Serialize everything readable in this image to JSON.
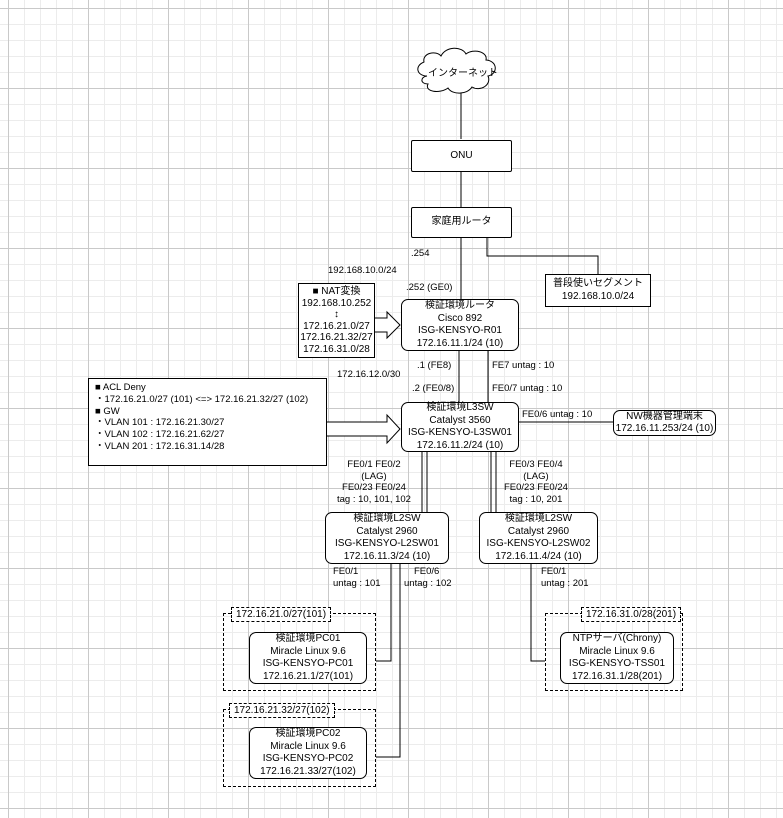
{
  "internet": "インターネット",
  "onu": "ONU",
  "home_router": "家庭用ルータ",
  "normal_segment": [
    "普段使いセグメント",
    "192.168.10.0/24"
  ],
  "nat_box": [
    "■ NAT変換",
    "192.168.10.252",
    "↕",
    "172.16.21.0/27",
    "172.16.21.32/27",
    "172.16.31.0/28"
  ],
  "acl_box": [
    "■ ACL Deny",
    "・172.16.21.0/27 (101) <=> 172.16.21.32/27 (102)",
    "■ GW",
    "・VLAN 101 : 172.16.21.30/27",
    "・VLAN 102 : 172.16.21.62/27",
    "・VLAN 201 : 172.16.31.14/28"
  ],
  "router": [
    "検証環境ルータ",
    "Cisco 892",
    "ISG-KENSYO-R01",
    "172.16.11.1/24 (10)"
  ],
  "l3sw": [
    "検証環境L3SW",
    "Catalyst 3560",
    "ISG-KENSYO-L3SW01",
    "172.16.11.2/24 (10)"
  ],
  "nw_terminal": [
    "NW機器管理端末",
    "172.16.11.253/24 (10)"
  ],
  "l2sw01": [
    "検証環境L2SW",
    "Catalyst 2960",
    "ISG-KENSYO-L2SW01",
    "172.16.11.3/24 (10)"
  ],
  "l2sw02": [
    "検証環境L2SW",
    "Catalyst 2960",
    "ISG-KENSYO-L2SW02",
    "172.16.11.4/24 (10)"
  ],
  "pc01": [
    "検証環境PC01",
    "Miracle Linux 9.6",
    "ISG-KENSYO-PC01",
    "172.16.21.1/27(101)"
  ],
  "pc02": [
    "検証環境PC02",
    "Miracle Linux 9.6",
    "ISG-KENSYO-PC02",
    "172.16.21.33/27(102)"
  ],
  "ntp": [
    "NTPサーバ(Chrony)",
    "Miracle Linux 9.6",
    "ISG-KENSYO-TSS01",
    "172.16.31.1/28(201)"
  ],
  "seg_pc01": "172.16.21.0/27(101)",
  "seg_pc02": "172.16.21.32/27(102)",
  "seg_ntp": "172.16.31.0/28(201)",
  "labels": {
    "home_lan": "192.168.10.0/24",
    "router_254": ".254",
    "router_252": ".252 (GE0)",
    "link_net": "172.16.12.0/30",
    "fe8": ".1 (FE8)",
    "fe0_8": ".2 (FE0/8)",
    "fe7": "FE7 untag : 10",
    "fe0_7": "FE0/7 untag : 10",
    "fe0_6_mgmt": "FE0/6 untag : 10",
    "lag_left": [
      "FE0/1 FE0/2",
      "(LAG)",
      "FE0/23 FE0/24",
      "tag : 10, 101, 102"
    ],
    "lag_right": [
      "FE0/3 FE0/4",
      "(LAG)",
      "FE0/23 FE0/24",
      "tag : 10, 201"
    ],
    "l2a_fe01": [
      "FE0/1",
      "untag : 101"
    ],
    "l2a_fe06": [
      "FE0/6",
      "untag : 102"
    ],
    "l2b_fe01": [
      "FE0/1",
      "untag : 201"
    ]
  }
}
